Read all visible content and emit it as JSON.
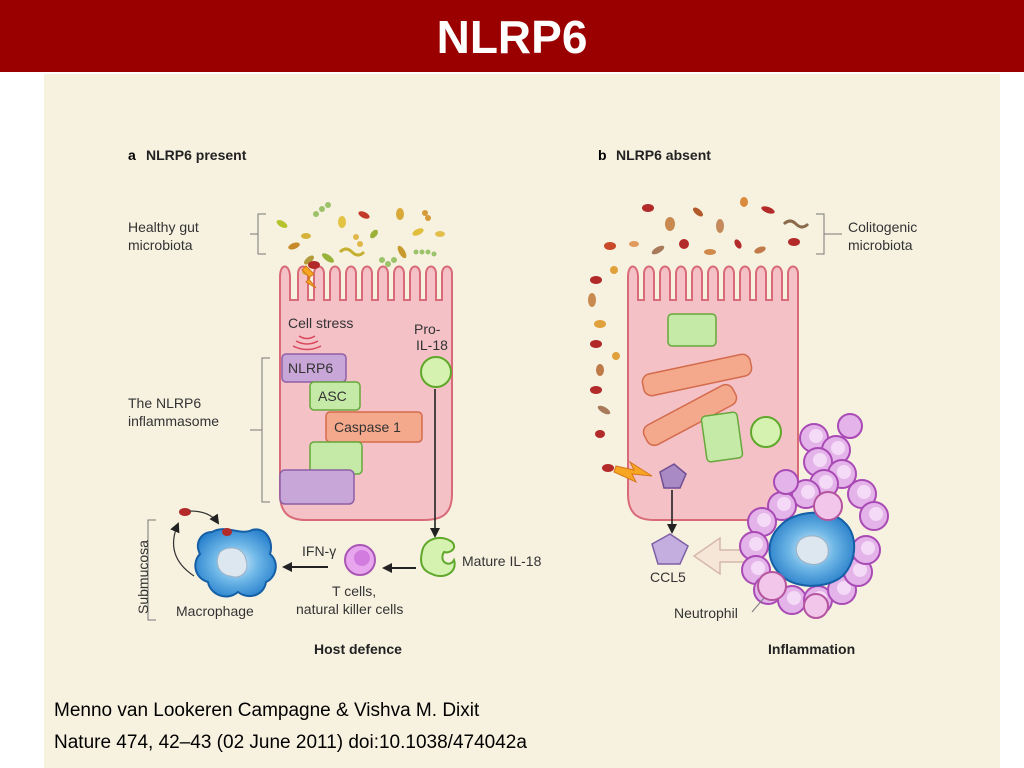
{
  "title": "NLRP6",
  "figure": {
    "panel_a": {
      "letter": "a",
      "heading": "NLRP6 present",
      "label_microbiota_line1": "Healthy gut",
      "label_microbiota_line2": "microbiota",
      "cell_stress": "Cell stress",
      "pro_il18_line1": "Pro-",
      "pro_il18_line2": "IL-18",
      "nlrp6": "NLRP6",
      "asc": "ASC",
      "caspase": "Caspase 1",
      "inflammasome_line1": "The NLRP6",
      "inflammasome_line2": "inflammasome",
      "submucosa": "Submucosa",
      "ifn": "IFN-γ",
      "mature_il18": "Mature IL-18",
      "tcells_line1": "T cells,",
      "tcells_line2": "natural killer cells",
      "macrophage": "Macrophage",
      "caption": "Host defence"
    },
    "panel_b": {
      "letter": "b",
      "heading": "NLRP6 absent",
      "label_microbiota_line1": "Colitogenic",
      "label_microbiota_line2": "microbiota",
      "ccl5": "CCL5",
      "neutrophil": "Neutrophil",
      "caption": "Inflammation"
    }
  },
  "citation": {
    "line1": "Menno van Lookeren Campagne & Vishva M. Dixit",
    "line2": "Nature 474, 42–43 (02 June 2011) doi:10.1038/474042a"
  },
  "colors": {
    "header": "#9b0000",
    "panel_bg": "#f7f2e0",
    "cell_fill": "#f4c1c6",
    "cell_stroke": "#d96a78",
    "green": "#c5e9a6",
    "purple": "#c9a6d8",
    "salmon": "#f4a98c",
    "neutrophil": "#e3b3ea"
  }
}
